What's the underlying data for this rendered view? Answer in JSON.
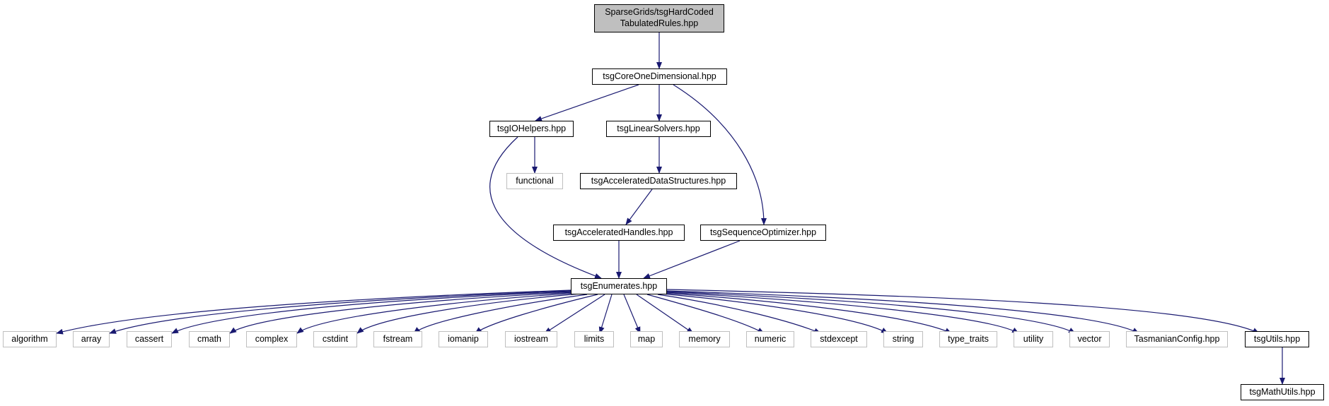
{
  "colors": {
    "edge": "#191970",
    "root_fill": "#bfbfbf",
    "local_border": "#000000",
    "external_border": "#bfbfbf"
  },
  "nodes": {
    "root": {
      "line1": "SparseGrids/tsgHardCoded",
      "line2": "TabulatedRules.hpp"
    },
    "core1d": {
      "label": "tsgCoreOneDimensional.hpp"
    },
    "io": {
      "label": "tsgIOHelpers.hpp"
    },
    "linsolv": {
      "label": "tsgLinearSolvers.hpp"
    },
    "functional": {
      "label": "functional"
    },
    "accds": {
      "label": "tsgAcceleratedDataStructures.hpp"
    },
    "acchandles": {
      "label": "tsgAcceleratedHandles.hpp"
    },
    "seqopt": {
      "label": "tsgSequenceOptimizer.hpp"
    },
    "enums": {
      "label": "tsgEnumerates.hpp"
    },
    "algorithm": {
      "label": "algorithm"
    },
    "array": {
      "label": "array"
    },
    "cassert": {
      "label": "cassert"
    },
    "cmath": {
      "label": "cmath"
    },
    "complex": {
      "label": "complex"
    },
    "cstdint": {
      "label": "cstdint"
    },
    "fstream": {
      "label": "fstream"
    },
    "iomanip": {
      "label": "iomanip"
    },
    "iostream": {
      "label": "iostream"
    },
    "limits": {
      "label": "limits"
    },
    "map": {
      "label": "map"
    },
    "memory": {
      "label": "memory"
    },
    "numeric": {
      "label": "numeric"
    },
    "stdexcept": {
      "label": "stdexcept"
    },
    "string": {
      "label": "string"
    },
    "type_traits": {
      "label": "type_traits"
    },
    "utility": {
      "label": "utility"
    },
    "vector": {
      "label": "vector"
    },
    "tasconfig": {
      "label": "TasmanianConfig.hpp"
    },
    "utils": {
      "label": "tsgUtils.hpp"
    },
    "mathutils": {
      "label": "tsgMathUtils.hpp"
    }
  }
}
